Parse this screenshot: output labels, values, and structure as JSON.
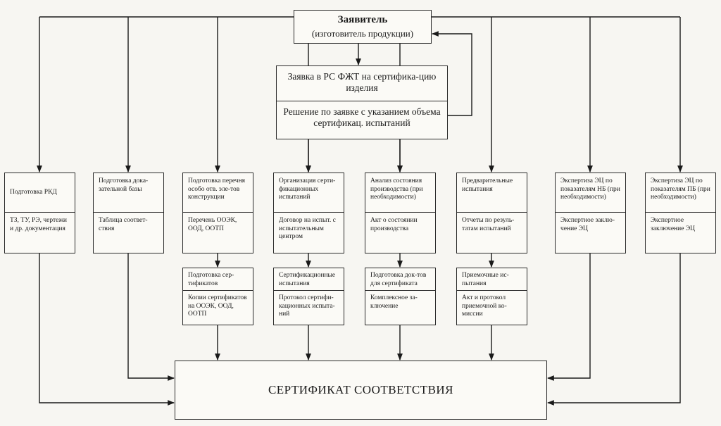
{
  "applicant": {
    "title": "Заявитель",
    "subtitle": "(изготовитель продукции)"
  },
  "request": {
    "application": "Заявка в РС ФЖТ на сертифика-цию изделия",
    "decision": "Решение по заявке с указанием объема сертификац. испытаний"
  },
  "columns": [
    {
      "title": "Подготовка РКД",
      "result": "ТЗ, ТУ, РЭ, чертежи и др. документация"
    },
    {
      "title": "Подготовка дока-зательной базы",
      "result": "Таблица соответ-ствия"
    },
    {
      "title": "Подготовка перечня особо отв. эле-тов конструкции",
      "result": "Перечень ООЭК, ООД, ООТП"
    },
    {
      "title": "Организация серти-фикационных испытаний",
      "result": "Договор на испыт. с испытательным центром"
    },
    {
      "title": "Анализ состояния производства (при необходимости)",
      "result": "Акт о состоянии производства"
    },
    {
      "title": "Предварительные испытания",
      "result": "Отчеты по резуль-татам испытаний"
    },
    {
      "title": "Экспертиза ЭЦ по показателям НБ (при необходимости)",
      "result": "Экспертное заклю-чение ЭЦ"
    },
    {
      "title": "Экспертиза ЭЦ по показателям ПБ (при необходимости)",
      "result": "Экспертное заключение ЭЦ"
    }
  ],
  "subboxes": [
    {
      "title": "Подготовка сер-тификатов",
      "result": "Копии сертификатов на ООЭК, ООД, ООТП"
    },
    {
      "title": "Сертификационные испытания",
      "result": "Протокол сертифи-кационных испыта-ний"
    },
    {
      "title": "Подготовка док-тов для сертификата",
      "result": "Комплексное за-ключение"
    },
    {
      "title": "Приемочные ис-пытания",
      "result": "Акт и протокол приемочной ко-миссии"
    }
  ],
  "certificate": {
    "label": "СЕРТИФИКАТ СООТВЕТСТВИЯ"
  }
}
